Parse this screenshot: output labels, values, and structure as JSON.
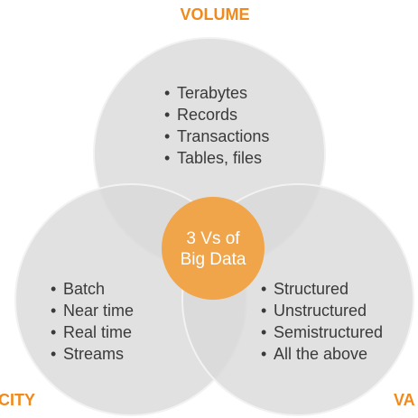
{
  "colors": {
    "circle_fill": "#d9d9d9",
    "circle_stroke": "#f2f2f2",
    "center_fill": "#f0a54a",
    "accent_text": "#f08a1c",
    "text": "#3a3a3a",
    "center_text": "#ffffff"
  },
  "labels": {
    "top": "VOLUME",
    "left": "CITY",
    "right": "VA"
  },
  "center": {
    "line1": "3 Vs of",
    "line2": "Big Data"
  },
  "bullet_glyph": "•",
  "volume_items": [
    "Terabytes",
    "Records",
    "Transactions",
    "Tables, files"
  ],
  "velocity_items": [
    "Batch",
    "Near time",
    "Real time",
    "Streams"
  ],
  "variety_items": [
    "Structured",
    "Unstructured",
    "Semistructured",
    "All the above"
  ]
}
